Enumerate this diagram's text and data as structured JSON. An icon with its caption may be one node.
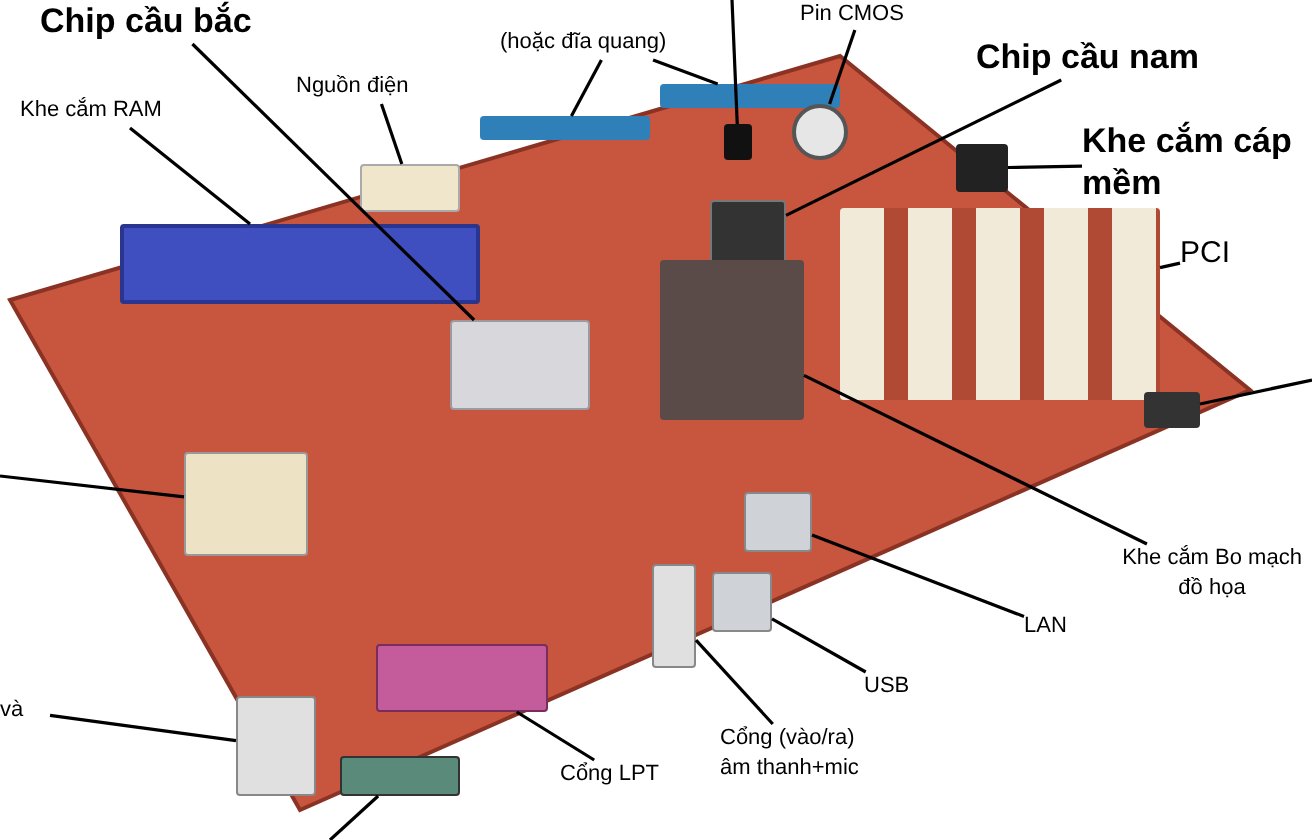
{
  "diagram": {
    "nodes": [
      {
        "text": [
          "Chip cầu bắc"
        ]
      },
      {
        "text": [
          "(hoặc đĩa quang)"
        ]
      },
      {
        "text": [
          "Pin CMOS"
        ]
      },
      {
        "text": [
          "Chip cầu nam"
        ]
      },
      {
        "text": [
          "Khe cắm cáp mềm"
        ]
      },
      {
        "text": [
          "Khe cắm RAM"
        ]
      },
      {
        "text": [
          "Nguồn điện"
        ]
      },
      {
        "text": [
          "PCI"
        ]
      },
      {
        "text": [
          "Khe cắm Bo mạch đồ họa"
        ]
      },
      {
        "text": [
          "LAN"
        ]
      },
      {
        "text": [
          "USB"
        ]
      },
      {
        "text": [
          "Cổng (vào/ra) âm thanh+mic"
        ]
      },
      {
        "text": [
          "Cổng LPT"
        ]
      },
      {
        "text": [
          "và"
        ]
      },
      {
        "text": [],
        "shape": "box"
      },
      {
        "text": [],
        "shape": "box"
      },
      {
        "text": [],
        "shape": "box"
      },
      {
        "text": [],
        "shape": "circle"
      },
      {
        "text": [],
        "shape": "box"
      },
      {
        "text": [],
        "shape": "box"
      },
      {
        "text": [],
        "shape": "box"
      },
      {
        "text": [],
        "shape": "box"
      },
      {
        "text": [],
        "shape": "box"
      },
      {
        "text": [],
        "shape": "box"
      },
      {
        "text": [],
        "shape": "box"
      },
      {
        "text": [],
        "shape": "box"
      },
      {
        "text": [],
        "shape": "box"
      },
      {
        "text": [],
        "shape": "box"
      },
      {
        "text": [],
        "shape": "box"
      },
      {
        "text": [],
        "shape": "box"
      },
      {
        "text": [],
        "shape": "box"
      },
      {
        "text": [],
        "shape": "box"
      },
      {
        "text": [],
        "shape": "box"
      }
    ],
    "edges": [
      {
        "from": 0,
        "to": 14,
        "arrow": "none"
      },
      {
        "from": 1,
        "to": 15,
        "arrow": "none"
      },
      {
        "from": 1,
        "to": 16,
        "arrow": "none"
      },
      {
        "from": 2,
        "to": 17,
        "arrow": "none"
      },
      {
        "from": 3,
        "to": 18,
        "arrow": "none"
      },
      {
        "from": 4,
        "to": 19,
        "arrow": "none"
      },
      {
        "from": 5,
        "to": 20,
        "arrow": "none"
      },
      {
        "from": 6,
        "to": 21,
        "arrow": "none"
      },
      {
        "from": 7,
        "to": 22,
        "arrow": "none"
      },
      {
        "from": 8,
        "to": 23,
        "arrow": "none"
      },
      {
        "from": 9,
        "to": 24,
        "arrow": "none"
      },
      {
        "from": 10,
        "to": 25,
        "arrow": "none"
      },
      {
        "from": 11,
        "to": 26,
        "arrow": "none"
      },
      {
        "from": 12,
        "to": 27,
        "arrow": "none"
      },
      {
        "from": 13,
        "to": 28,
        "arrow": "none"
      },
      {
        "from": null,
        "to": 29,
        "arrow": "none"
      },
      {
        "from": null,
        "to": 30,
        "arrow": "none"
      },
      {
        "from": null,
        "to": 31,
        "arrow": "none"
      },
      {
        "from": null,
        "to": 32,
        "arrow": "none"
      }
    ]
  }
}
